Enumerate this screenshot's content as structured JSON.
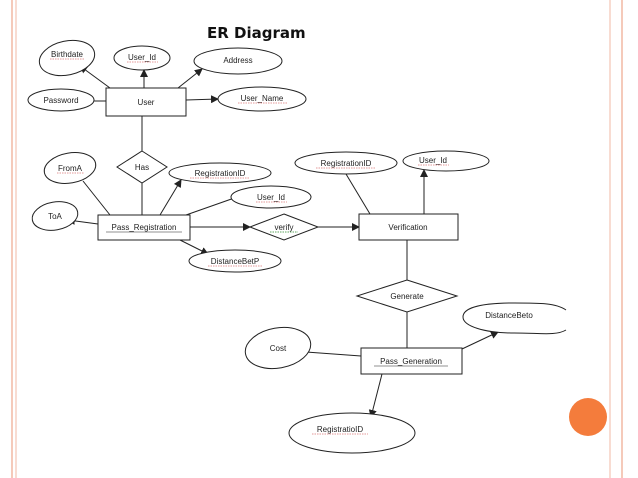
{
  "title": "ER Diagram",
  "colors": {
    "slide_border": "#f2b8a4",
    "page_background": "#ffffff",
    "accent_circle": "#f47c3c",
    "underline_spell": "#cc3333",
    "underline_grammar": "#2e8b2e"
  },
  "entities": {
    "user": "User",
    "pass_registration": "Pass_Registration",
    "verification": "Verification",
    "pass_generation": "Pass_Generation"
  },
  "relationships": {
    "has": "Has",
    "verify": "verify",
    "generate": "Generate"
  },
  "attributes": {
    "birthdate": "Birthdate",
    "user_id_top": "User_Id",
    "address": "Address",
    "password": "Password",
    "user_name": "User_Name",
    "from_a": "FromA",
    "to_a": "ToA",
    "registration_id_left": "RegistrationID",
    "user_id_mid": "User_Id",
    "distance_betp": "DistanceBetP",
    "registration_id_right": "RegistrationID",
    "user_id_right": "User_Id",
    "cost": "Cost",
    "distance_beto": "DistanceBeto",
    "registratio_id": "RegistratioID"
  }
}
